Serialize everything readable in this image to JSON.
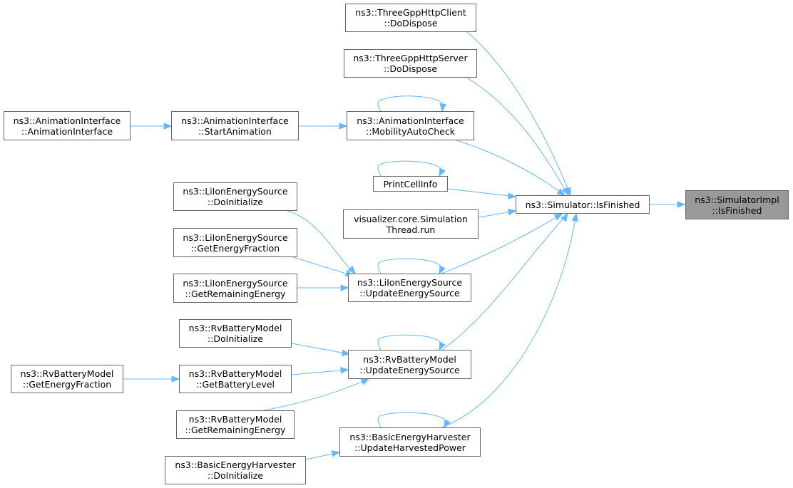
{
  "colors": {
    "edge": "#63b8ff",
    "border": "#666666",
    "focus_fill": "#999999",
    "node_fill": "#ffffff"
  },
  "nodes": {
    "tghc": [
      "ns3::ThreeGppHttpClient",
      "::DoDispose"
    ],
    "tghs": [
      "ns3::ThreeGppHttpServer",
      "::DoDispose"
    ],
    "aiai": [
      "ns3::AnimationInterface",
      "::AnimationInterface"
    ],
    "aisa": [
      "ns3::AnimationInterface",
      "::StartAnimation"
    ],
    "aimac": [
      "ns3::AnimationInterface",
      "::MobilityAutoCheck"
    ],
    "pci": [
      "PrintCellInfo"
    ],
    "simif": [
      "ns3::Simulator::IsFinished"
    ],
    "sii": [
      "ns3::SimulatorImpl",
      "::IsFinished"
    ],
    "vcst": [
      "visualizer.core.Simulation",
      "Thread.run"
    ],
    "lidi": [
      "ns3::LiIonEnergySource",
      "::DoInitialize"
    ],
    "ligef": [
      "ns3::LiIonEnergySource",
      "::GetEnergyFraction"
    ],
    "ligre": [
      "ns3::LiIonEnergySource",
      "::GetRemainingEnergy"
    ],
    "liues": [
      "ns3::LiIonEnergySource",
      "::UpdateEnergySource"
    ],
    "rvdi": [
      "ns3::RvBatteryModel",
      "::DoInitialize"
    ],
    "rvues": [
      "ns3::RvBatteryModel",
      "::UpdateEnergySource"
    ],
    "rvgef": [
      "ns3::RvBatteryModel",
      "::GetEnergyFraction"
    ],
    "rvgbl": [
      "ns3::RvBatteryModel",
      "::GetBatteryLevel"
    ],
    "rvgre": [
      "ns3::RvBatteryModel",
      "::GetRemainingEnergy"
    ],
    "behuhp": [
      "ns3::BasicEnergyHarvester",
      "::UpdateHarvestedPower"
    ],
    "behdi": [
      "ns3::BasicEnergyHarvester",
      "::DoInitialize"
    ]
  }
}
